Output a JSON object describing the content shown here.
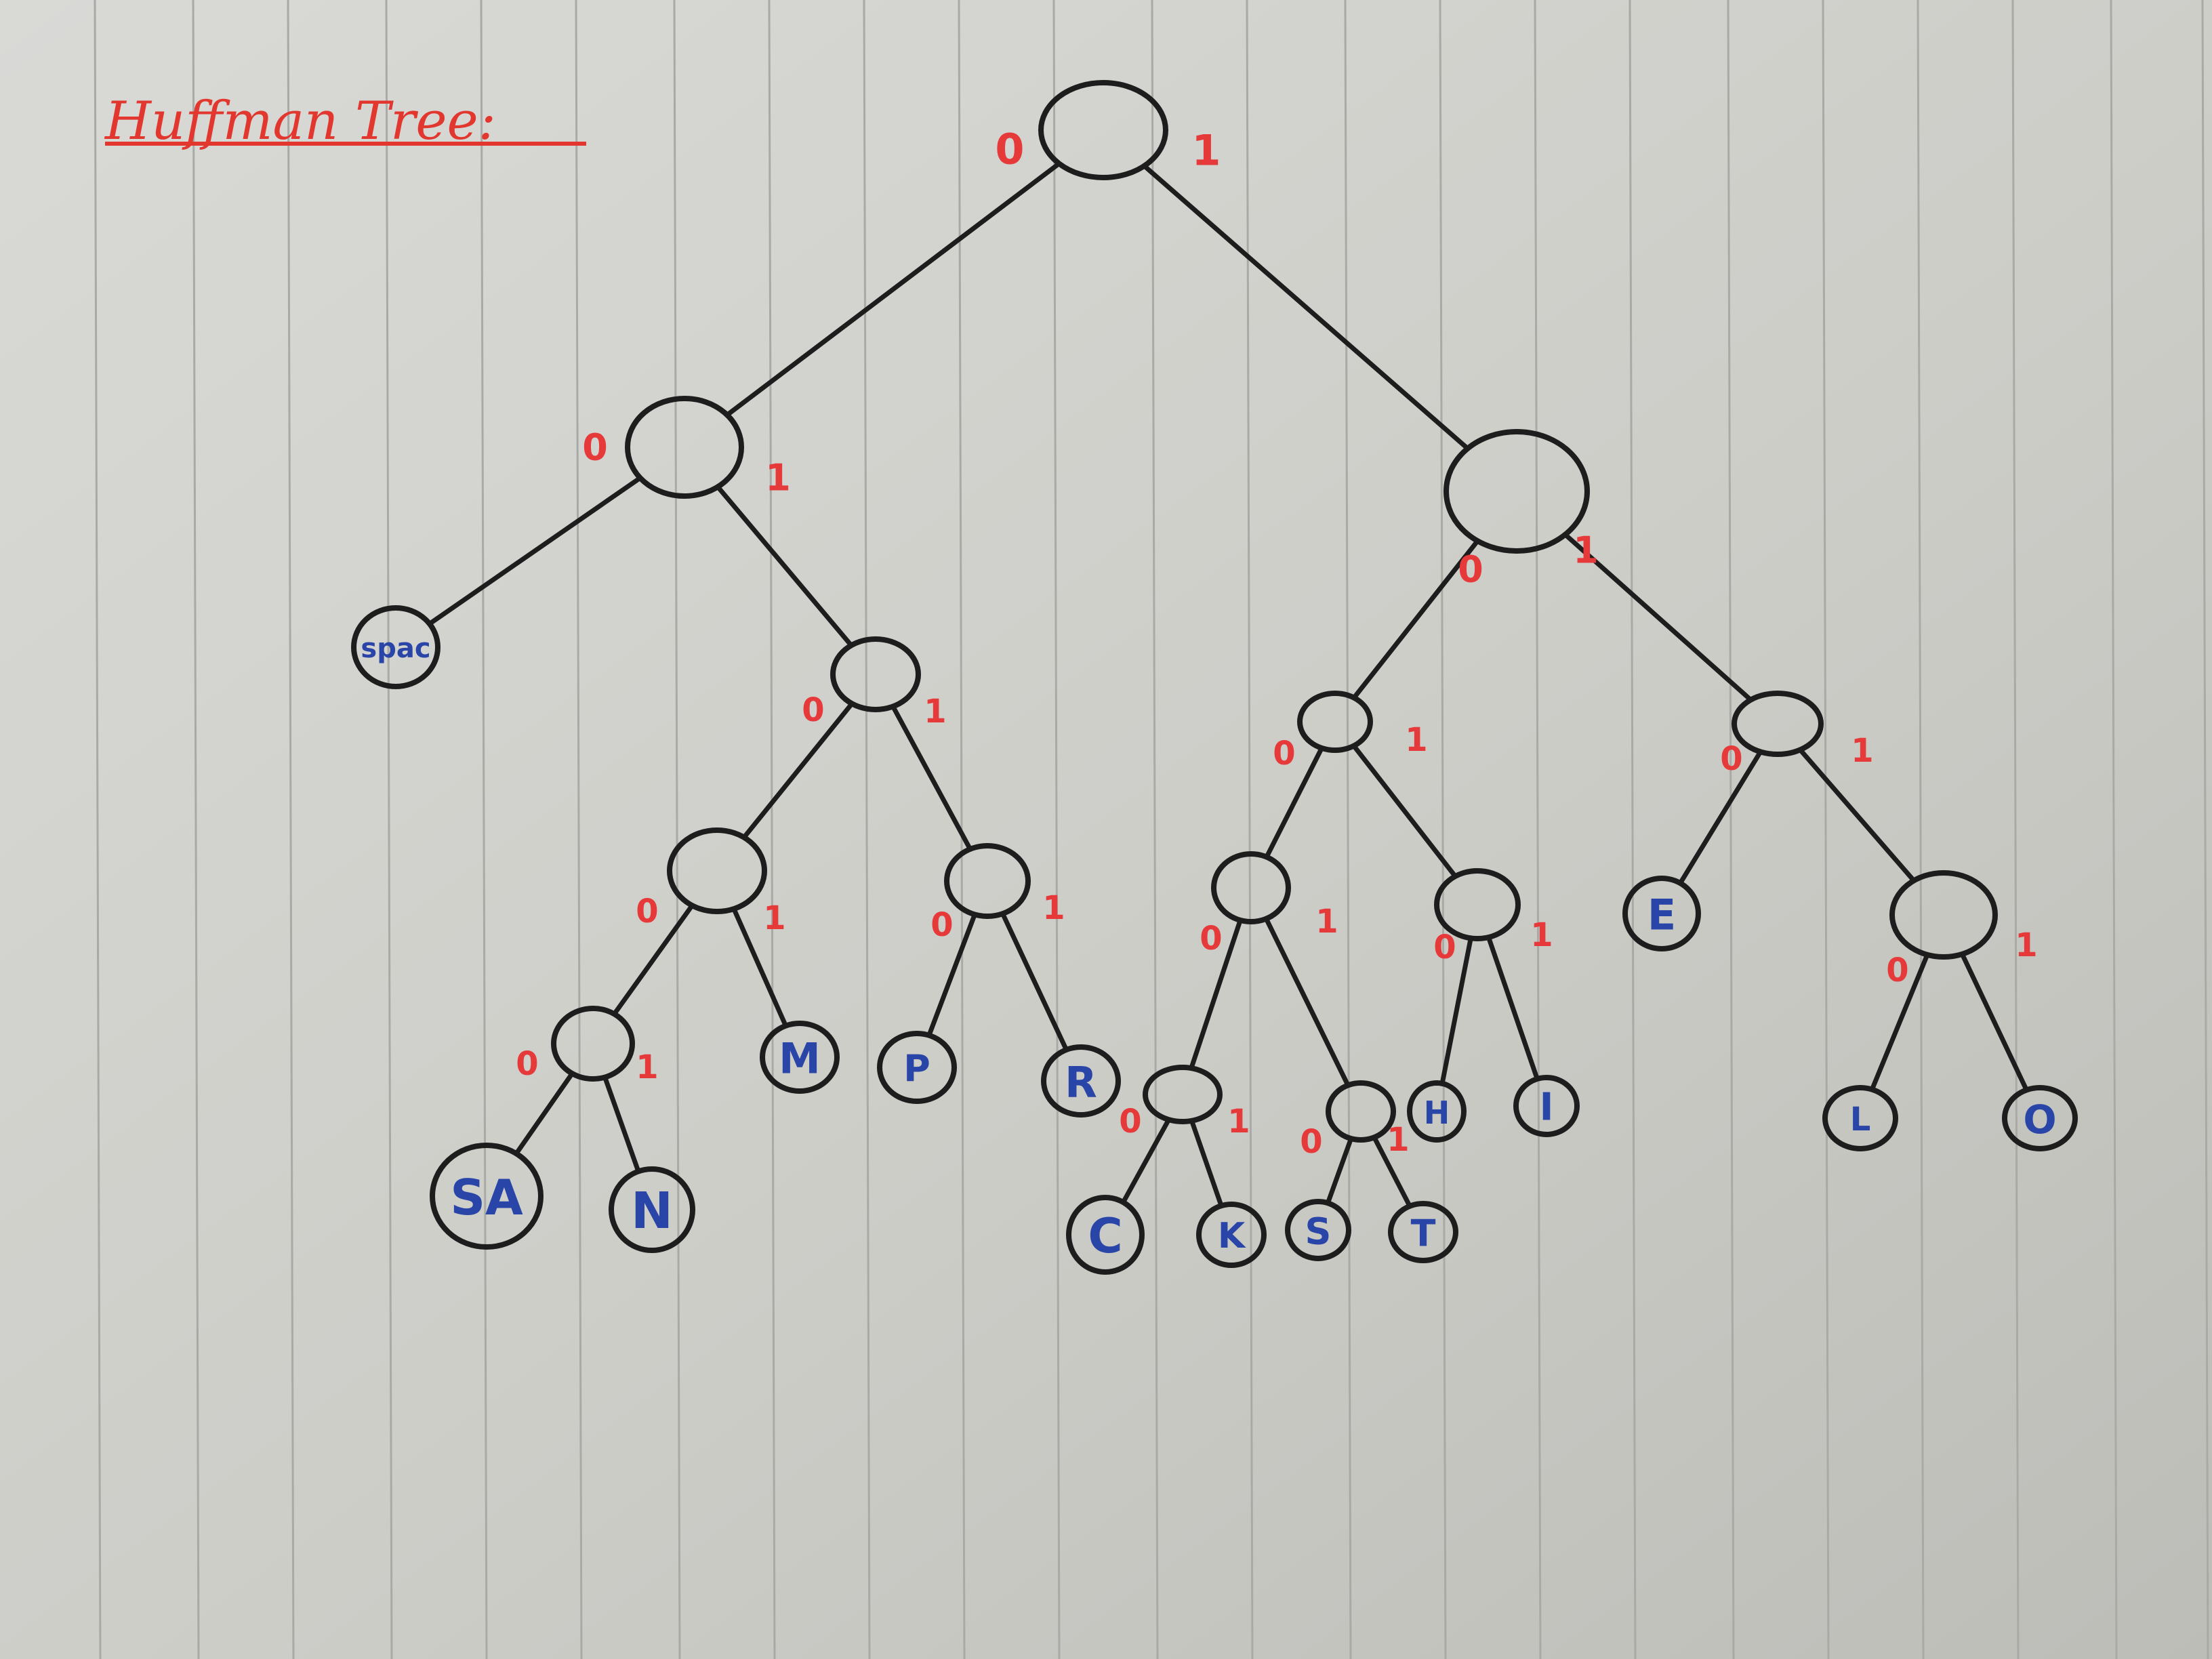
{
  "title": "Huffman Tree:",
  "colors": {
    "paper": "#cfcfca",
    "rule_line": "#a9a9a6",
    "ink": "#1d1d1d",
    "bit_red": "#e6393a",
    "leaf_blue": "#2a45a8"
  },
  "tree": {
    "nodes": [
      {
        "id": "root",
        "label": ""
      },
      {
        "id": "n0",
        "label": ""
      },
      {
        "id": "n1",
        "label": ""
      },
      {
        "id": "space",
        "label": "spac"
      },
      {
        "id": "n01",
        "label": ""
      },
      {
        "id": "n010",
        "label": ""
      },
      {
        "id": "n011",
        "label": ""
      },
      {
        "id": "n0100",
        "label": ""
      },
      {
        "id": "M",
        "label": "M"
      },
      {
        "id": "P",
        "label": "P"
      },
      {
        "id": "R",
        "label": "R"
      },
      {
        "id": "SA",
        "label": "SA"
      },
      {
        "id": "N",
        "label": "N"
      },
      {
        "id": "n10",
        "label": ""
      },
      {
        "id": "n11",
        "label": ""
      },
      {
        "id": "n100",
        "label": ""
      },
      {
        "id": "n101",
        "label": ""
      },
      {
        "id": "n1000",
        "label": ""
      },
      {
        "id": "n1001",
        "label": ""
      },
      {
        "id": "C",
        "label": "C"
      },
      {
        "id": "K",
        "label": "K"
      },
      {
        "id": "S",
        "label": "S"
      },
      {
        "id": "T",
        "label": "T"
      },
      {
        "id": "H",
        "label": "H"
      },
      {
        "id": "I",
        "label": "I"
      },
      {
        "id": "E",
        "label": "E"
      },
      {
        "id": "n111",
        "label": ""
      },
      {
        "id": "L",
        "label": "L"
      },
      {
        "id": "O",
        "label": "O"
      }
    ],
    "edges": [
      {
        "from": "root",
        "to": "n0",
        "bit": "0"
      },
      {
        "from": "root",
        "to": "n1",
        "bit": "1"
      },
      {
        "from": "n0",
        "to": "space",
        "bit": "0"
      },
      {
        "from": "n0",
        "to": "n01",
        "bit": "1"
      },
      {
        "from": "n01",
        "to": "n010",
        "bit": "0"
      },
      {
        "from": "n01",
        "to": "n011",
        "bit": "1"
      },
      {
        "from": "n010",
        "to": "n0100",
        "bit": "0"
      },
      {
        "from": "n010",
        "to": "M",
        "bit": "1"
      },
      {
        "from": "n011",
        "to": "P",
        "bit": "0"
      },
      {
        "from": "n011",
        "to": "R",
        "bit": "1"
      },
      {
        "from": "n0100",
        "to": "SA",
        "bit": "0"
      },
      {
        "from": "n0100",
        "to": "N",
        "bit": "1"
      },
      {
        "from": "n1",
        "to": "n10",
        "bit": "0"
      },
      {
        "from": "n1",
        "to": "n11",
        "bit": "1"
      },
      {
        "from": "n10",
        "to": "n100",
        "bit": "0"
      },
      {
        "from": "n10",
        "to": "n101",
        "bit": "1"
      },
      {
        "from": "n100",
        "to": "n1000",
        "bit": "0"
      },
      {
        "from": "n100",
        "to": "n1001",
        "bit": "1"
      },
      {
        "from": "n1000",
        "to": "C",
        "bit": "0"
      },
      {
        "from": "n1000",
        "to": "K",
        "bit": "1"
      },
      {
        "from": "n1001",
        "to": "S",
        "bit": "0"
      },
      {
        "from": "n1001",
        "to": "T",
        "bit": "1"
      },
      {
        "from": "n101",
        "to": "H",
        "bit": "0"
      },
      {
        "from": "n101",
        "to": "I",
        "bit": "1"
      },
      {
        "from": "n11",
        "to": "E",
        "bit": "0"
      },
      {
        "from": "n11",
        "to": "n111",
        "bit": "1"
      },
      {
        "from": "n111",
        "to": "L",
        "bit": "0"
      },
      {
        "from": "n111",
        "to": "O",
        "bit": "1"
      }
    ]
  }
}
